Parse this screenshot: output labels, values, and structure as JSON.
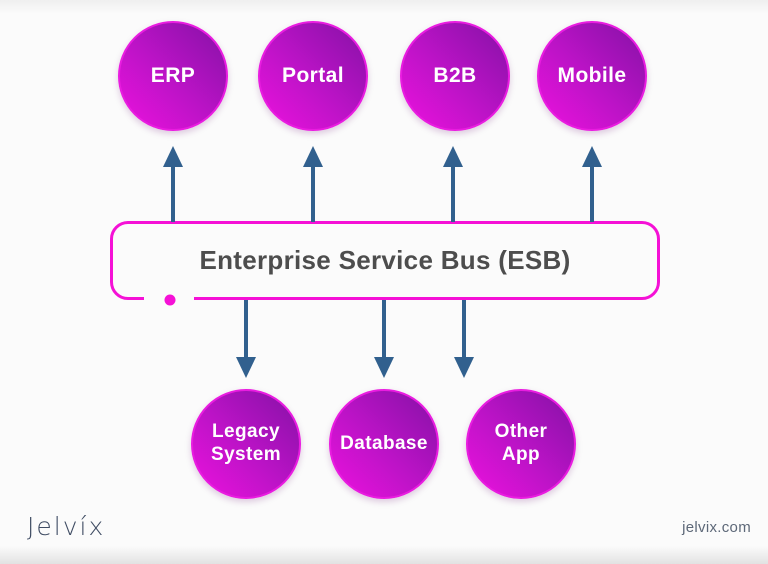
{
  "diagram": {
    "title": "Enterprise Service Bus (ESB)",
    "top_nodes": [
      {
        "label": "ERP"
      },
      {
        "label": "Portal"
      },
      {
        "label": "B2B"
      },
      {
        "label": "Mobile"
      }
    ],
    "bottom_nodes": [
      {
        "label": "Legacy System"
      },
      {
        "label": "Database"
      },
      {
        "label": "Other App"
      }
    ]
  },
  "footer": {
    "logo_text": "Jelvíx",
    "website": "jelvix.com"
  },
  "colors": {
    "magenta_border": "#f511d6",
    "node_gradient_start": "#8511a6",
    "node_gradient_end": "#ec12de",
    "arrow_blue": "#31608e",
    "esb_text_color": "#4d4d4d"
  }
}
